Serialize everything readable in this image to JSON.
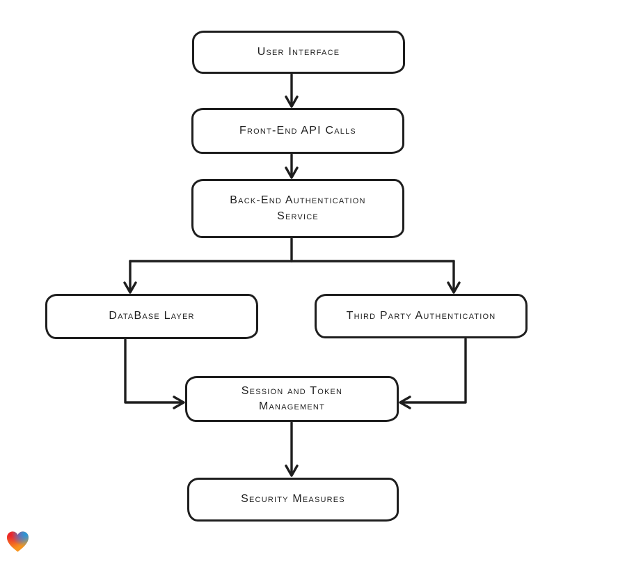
{
  "diagram": {
    "background": "#ffffff",
    "stroke_color": "#1e1e1e",
    "node_fill": "#ffffff",
    "nodes": [
      {
        "id": "user-interface",
        "label": "User Interface"
      },
      {
        "id": "front-end-api-calls",
        "label": "Front-End API Calls"
      },
      {
        "id": "back-end-authentication-service",
        "label": "Back-End Authentication Service"
      },
      {
        "id": "database-layer",
        "label": "DataBase Layer"
      },
      {
        "id": "third-party-authentication",
        "label": "Third Party Authentication"
      },
      {
        "id": "session-and-token-management",
        "label": "Session and Token Management"
      },
      {
        "id": "security-measures",
        "label": "Security Measures"
      }
    ],
    "edges": [
      {
        "from": "user-interface",
        "to": "front-end-api-calls"
      },
      {
        "from": "front-end-api-calls",
        "to": "back-end-authentication-service"
      },
      {
        "from": "back-end-authentication-service",
        "to": "database-layer"
      },
      {
        "from": "back-end-authentication-service",
        "to": "third-party-authentication"
      },
      {
        "from": "database-layer",
        "to": "session-and-token-management"
      },
      {
        "from": "third-party-authentication",
        "to": "session-and-token-management"
      },
      {
        "from": "session-and-token-management",
        "to": "security-measures"
      }
    ]
  },
  "branding": {
    "logo": "lovable-heart",
    "colors": {
      "red": "#ea1e2c",
      "blue": "#2098dd",
      "purple": "#8a4fd0",
      "orange": "#f8941d"
    }
  }
}
